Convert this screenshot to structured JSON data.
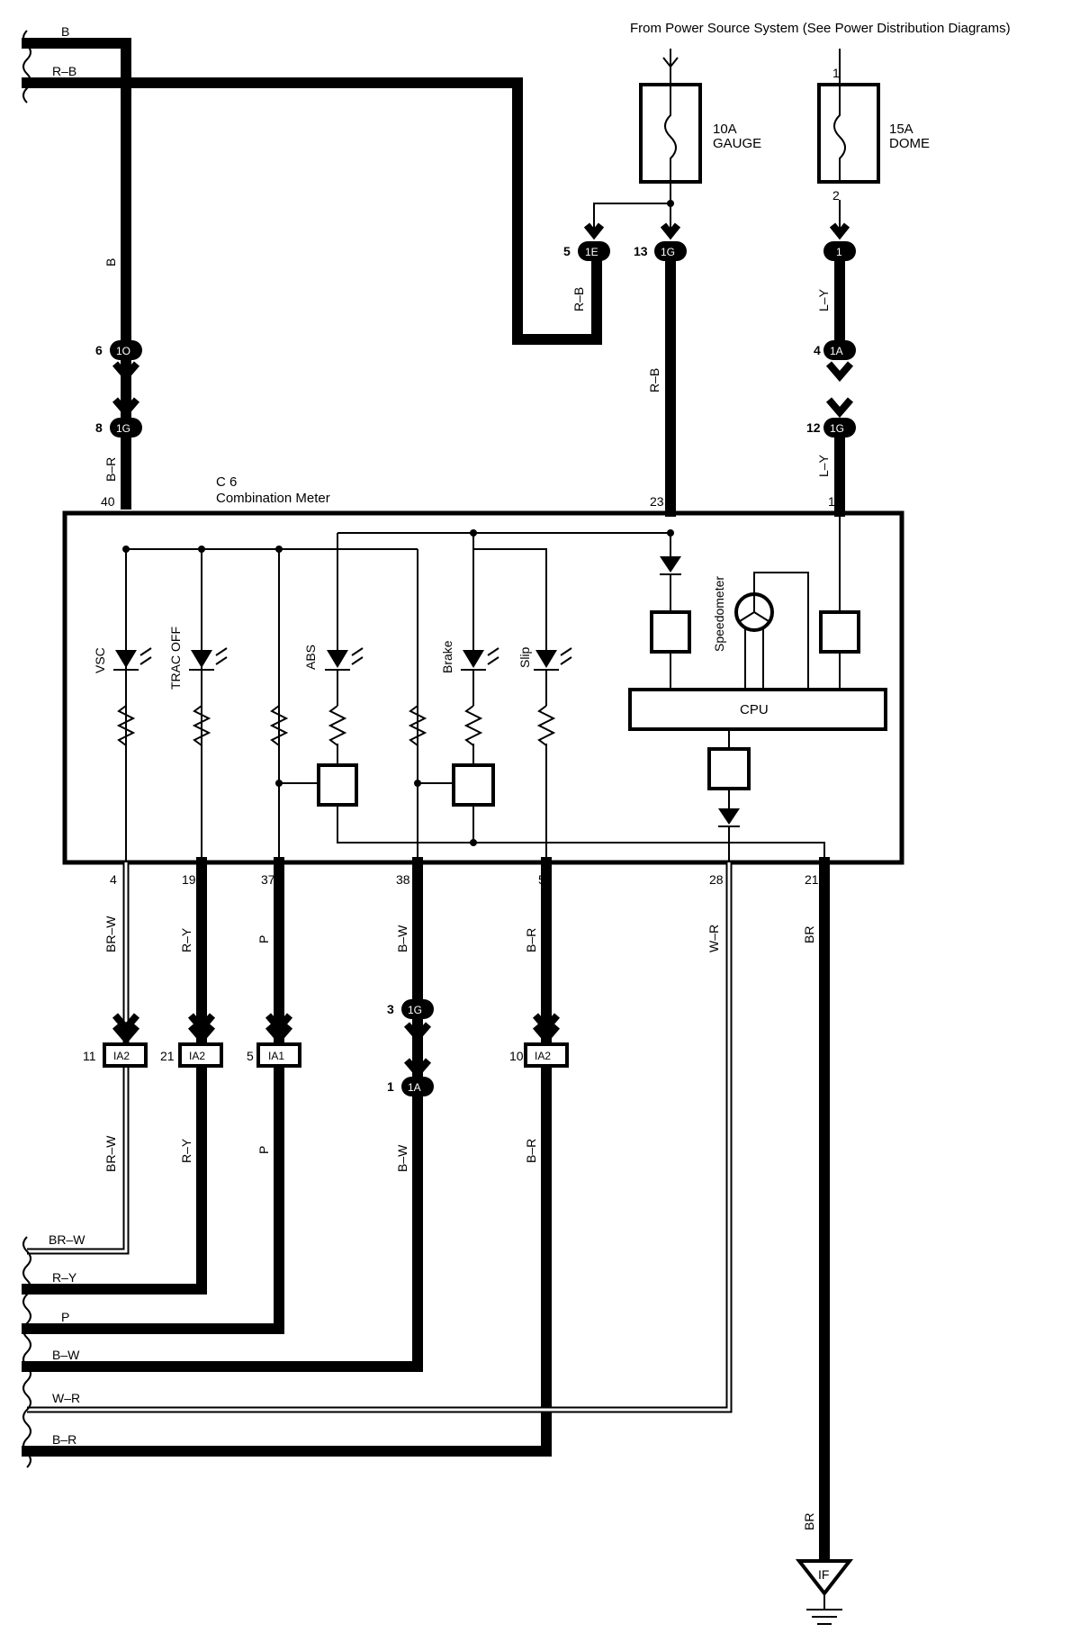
{
  "header": {
    "power_source_note": "From Power Source System (See Power Distribution Diagrams)"
  },
  "fuses": [
    {
      "rating": "10A",
      "name": "GAUGE"
    },
    {
      "rating": "15A",
      "name": "DOME",
      "pin_in": "1",
      "pin_out": "2"
    }
  ],
  "meter": {
    "code": "C 6",
    "name": "Combination Meter",
    "cpu_label": "CPU",
    "speedometer_label": "Speedometer",
    "indicators": [
      "VSC",
      "TRAC OFF",
      "ABS",
      "Brake",
      "Slip"
    ],
    "top_pins": [
      "40",
      "23",
      "1"
    ],
    "bottom_pins": [
      "4",
      "19",
      "37",
      "38",
      "5",
      "28",
      "21"
    ]
  },
  "connectors": {
    "c_1O": {
      "pin": "6",
      "id": "1O"
    },
    "c_1G_left": {
      "pin": "8",
      "id": "1G"
    },
    "c_1E": {
      "pin": "5",
      "id": "1E"
    },
    "c_1G_mid": {
      "pin": "13",
      "id": "1G"
    },
    "c_1_right": {
      "id": "1"
    },
    "c_1A_right": {
      "pin": "4",
      "id": "1A"
    },
    "c_1G_right": {
      "pin": "12",
      "id": "1G"
    },
    "c_IA2_a": {
      "pin": "11",
      "id": "IA2"
    },
    "c_IA2_b": {
      "pin": "21",
      "id": "IA2"
    },
    "c_IA1": {
      "pin": "5",
      "id": "IA1"
    },
    "c_1G_low": {
      "pin": "3",
      "id": "1G"
    },
    "c_1A_low": {
      "pin": "1",
      "id": "1A"
    },
    "c_IA2_c": {
      "pin": "10",
      "id": "IA2"
    }
  },
  "wires": {
    "top_left": [
      "B",
      "R–B"
    ],
    "vertical_b": "B",
    "vertical_rb_1e": "R–B",
    "vertical_rb_main": "R–B",
    "vertical_ly_upper": "L–Y",
    "vertical_ly_lower": "L–Y",
    "vertical_br": "B–R",
    "lower_upper_labels": [
      "BR–W",
      "R–Y",
      "P",
      "B–W",
      "B–R",
      "W–R",
      "BR"
    ],
    "lower_lower_labels": [
      "BR–W",
      "R–Y",
      "P",
      "B–W",
      "B–R",
      "BR"
    ],
    "bottom_left": [
      "BR–W",
      "R–Y",
      "P",
      "B–W",
      "W–R",
      "B–R"
    ]
  },
  "ground": {
    "id": "IF"
  }
}
